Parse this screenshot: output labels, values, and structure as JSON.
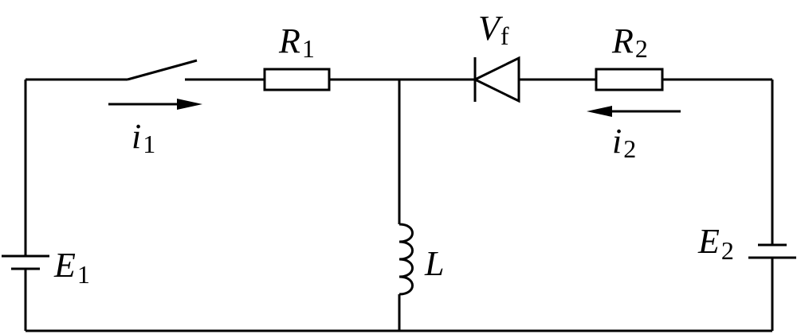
{
  "labels": {
    "r1": {
      "main": "R",
      "sub": "1"
    },
    "r2": {
      "main": "R",
      "sub": "2"
    },
    "diode": {
      "main": "V",
      "sub": "f"
    },
    "i1": {
      "main": "i",
      "sub": "1"
    },
    "i2": {
      "main": "i",
      "sub": "2"
    },
    "e1": {
      "main": "E",
      "sub": "1"
    },
    "e2": {
      "main": "E",
      "sub": "2"
    },
    "inductor": {
      "main": "L"
    }
  }
}
